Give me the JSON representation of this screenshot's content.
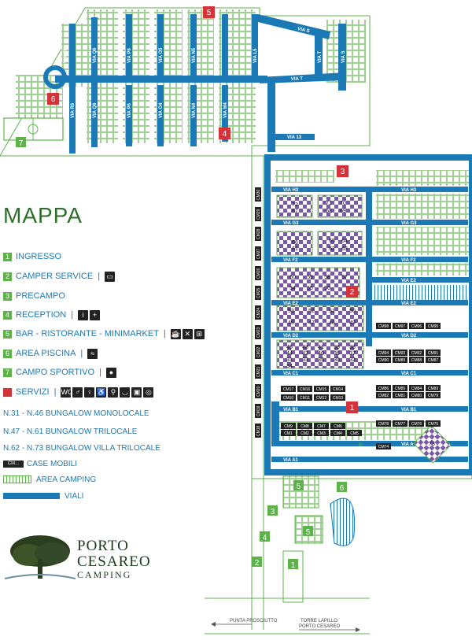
{
  "title": "MAPPA",
  "legend": [
    {
      "num": "1",
      "label": "INGRESSO",
      "icons": []
    },
    {
      "num": "2",
      "label": "CAMPER SERVICE",
      "icons": [
        "camper-icon"
      ]
    },
    {
      "num": "3",
      "label": "PRECAMPO",
      "icons": []
    },
    {
      "num": "4",
      "label": "RECEPTION",
      "icons": [
        "info-icon",
        "first-aid-icon"
      ]
    },
    {
      "num": "5",
      "label": "BAR - RISTORANTE - MINIMARKET",
      "icons": [
        "coffee-icon",
        "restaurant-icon",
        "cart-icon"
      ]
    },
    {
      "num": "6",
      "label": "AREA PISCINA",
      "icons": [
        "swimming-icon"
      ]
    },
    {
      "num": "7",
      "label": "CAMPO SPORTIVO",
      "icons": [
        "ball-icon"
      ]
    },
    {
      "num": "",
      "label": "SERVIZI",
      "icons": [
        "wc-icon",
        "man-icon",
        "woman-icon",
        "wheelchair-icon",
        "shower-icon",
        "sink-icon",
        "laundry-icon",
        "washing-icon"
      ]
    }
  ],
  "wc_label": "WC",
  "bungalow": [
    "N.31 - N.46  BUNGALOW MONOLOCALE",
    "N.47 - N.61  BUNGALOW TRILOCALE",
    "N.62 - N.73  BUNGALOW VILLA TRILOCALE"
  ],
  "legend_cm": {
    "box": "CM...",
    "label": "CASE MOBILI"
  },
  "legend_camping": "AREA CAMPING",
  "legend_viali": "VIALI",
  "logo": {
    "line1": "PORTO",
    "line2": "CESAREO",
    "line3": "CAMPING"
  },
  "map": {
    "markers": [
      {
        "num": "5",
        "type": "red"
      },
      {
        "num": "6",
        "type": "red"
      },
      {
        "num": "4",
        "type": "red"
      },
      {
        "num": "7",
        "type": "green"
      },
      {
        "num": "3",
        "type": "red"
      },
      {
        "num": "2",
        "type": "red"
      },
      {
        "num": "1",
        "type": "red"
      },
      {
        "num": "5",
        "type": "green"
      },
      {
        "num": "6",
        "type": "green"
      },
      {
        "num": "3",
        "type": "green"
      },
      {
        "num": "5",
        "type": "green"
      },
      {
        "num": "4",
        "type": "green"
      },
      {
        "num": "2",
        "type": "green"
      },
      {
        "num": "1",
        "type": "green"
      }
    ],
    "streets_top": [
      "VIA S",
      "VIA R6",
      "VIA Q6",
      "VIA P6",
      "VIA O5",
      "VIA N5",
      "VIA L5",
      "VIA T",
      "VIA S",
      "VIA T",
      "VIA R6",
      "VIA Q6",
      "VIA P6",
      "VIA O4",
      "VIA N4",
      "VIA M4",
      "VIA 13"
    ],
    "streets_lower": [
      "VIA H3",
      "VIA H3",
      "VIA G3",
      "VIA G3",
      "VIA F2",
      "VIA F2",
      "VIA E2",
      "VIA E2",
      "VIA E2",
      "VIA D2",
      "VIA D2",
      "VIA C1",
      "VIA C1",
      "VIA B1",
      "VIA B1",
      "VIA A",
      "VIA A1"
    ],
    "bungalow_block_1": [
      "72",
      "67",
      "71",
      "70",
      "68",
      "69"
    ],
    "bungalow_block_2": [
      "66",
      "61",
      "65",
      "64",
      "62",
      "63"
    ],
    "bungalow_block_3": [
      "60",
      "59",
      "58",
      "57",
      "54",
      "55",
      "56"
    ],
    "bungalow_block_4": [
      "53",
      "52",
      "51",
      "50",
      "46",
      "47",
      "48",
      "49"
    ],
    "bungalow_block_5": [
      "45",
      "43",
      "41",
      "39",
      "38",
      "44",
      "42",
      "40",
      "36",
      "37",
      "31",
      "33",
      "35",
      "30",
      "32",
      "34"
    ],
    "bungalow_73": "73",
    "cm_rows": [
      [
        "CM98",
        "CM97",
        "CM96",
        "CM95"
      ],
      [
        "CM94",
        "CM93",
        "CM92",
        "CM91"
      ],
      [
        "CM90",
        "CM89",
        "CM88",
        "CM87"
      ],
      [
        "CM86",
        "CM85",
        "CM84",
        "CM83"
      ],
      [
        "CM82",
        "CM81",
        "CM80",
        "CM79"
      ],
      [
        "CM17",
        "CM16",
        "CM15",
        "CM14"
      ],
      [
        "CM10",
        "CM11",
        "CM12",
        "CM13"
      ],
      [
        "CM78",
        "CM77",
        "CM76",
        "CM75"
      ],
      [
        "CM9",
        "CM8",
        "CM7",
        "CM6"
      ],
      [
        "CM1",
        "CM2",
        "CM3",
        "CM4",
        "CM5"
      ],
      [
        "CM74"
      ]
    ],
    "cm_left_col": [
      "CM30",
      "CM29",
      "CM28",
      "CM27",
      "CM26",
      "CM25",
      "CM24",
      "CM23",
      "CM22",
      "CM21",
      "CM20",
      "CM19",
      "CM18"
    ],
    "camper_b": "B",
    "road_left": "PUNTA PROSCIUTTO",
    "road_right_1": "TORRE LAPILLO",
    "road_right_2": "PORTO CESAREO"
  },
  "colors": {
    "green": "#5db34a",
    "blue": "#1b79b5",
    "red": "#d4333a",
    "purple": "#7b59a8",
    "dark": "#222222"
  }
}
